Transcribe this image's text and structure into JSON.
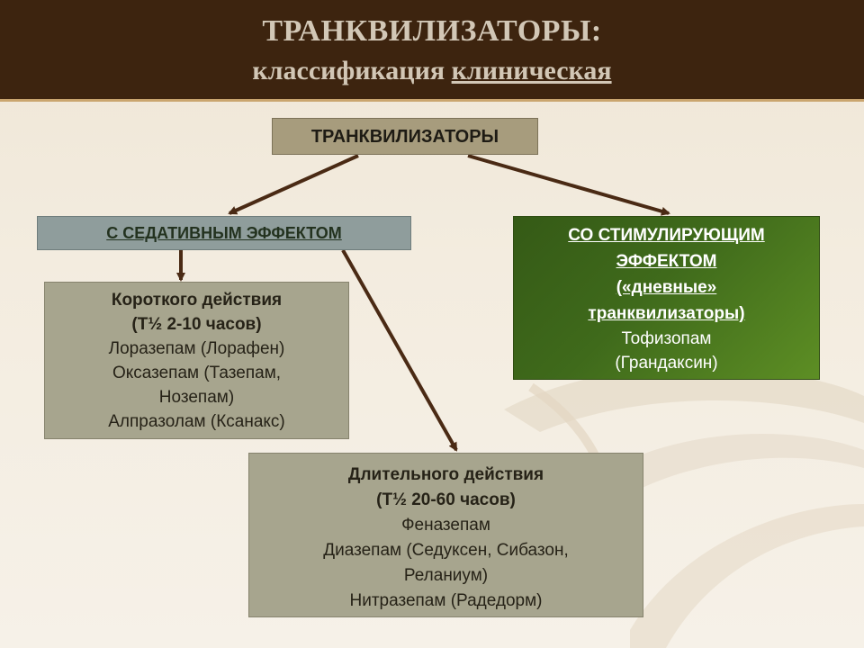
{
  "header": {
    "title": "ТРАНКВИЛИЗАТОРЫ:",
    "subtitle_plain": "классификация ",
    "subtitle_underlined": "клиническая"
  },
  "colors": {
    "header_bg": "#3d240f",
    "root_box": "#a79c7d",
    "sedative_box": "#8f9d9c",
    "stimulating_box": "#3f6a1b",
    "group_box": "#a7a58e",
    "arrow": "#4a2a14"
  },
  "diagram": {
    "root": "ТРАНКВИЛИЗАТОРЫ",
    "sedative": {
      "label": "С СЕДАТИВНЫМ ЭФФЕКТОМ",
      "short": {
        "heading": "Короткого действия",
        "halflife": "(Т½ 2-10 часов)",
        "drugs": [
          "Лоразепам (Лорафен)",
          "Оксазепам (Тазепам,",
          "Нозепам)",
          "Алпразолам (Ксанакс)"
        ]
      },
      "long": {
        "heading": "Длительного действия",
        "halflife": "(Т½ 20-60 часов)",
        "drugs": [
          "Феназепам",
          "Диазепам (Седуксен, Сибазон,",
          "Реланиум)",
          "Нитразепам (Радедорм)"
        ]
      }
    },
    "stimulating": {
      "lines": [
        "СО СТИМУЛИРУЮЩИМ",
        "ЭФФЕКТОМ",
        "(«дневные»",
        "транквилизаторы)"
      ],
      "drugs": [
        "Тофизопам",
        "(Грандаксин)"
      ]
    }
  }
}
